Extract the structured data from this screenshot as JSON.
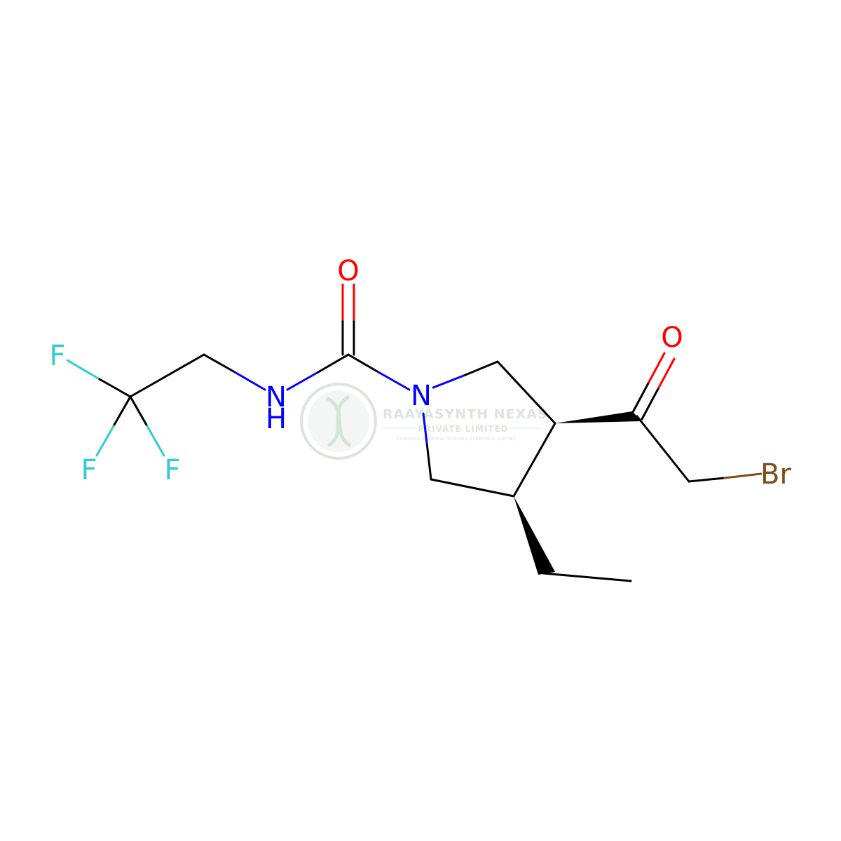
{
  "colors": {
    "bond": "#000000",
    "nitrogen": "#0000FF",
    "oxygen": "#FF0000",
    "fluorine": "#33CCCC",
    "bromine": "#7F4C19",
    "watermark": "#D8E2DA"
  },
  "atoms": {
    "o_urea": "O",
    "o_ketone": "O",
    "n_amide": "N",
    "n_amide_h": "H",
    "n_ring": "N",
    "f_top": "F",
    "f_left": "F",
    "f_right": "F",
    "br": "Br"
  },
  "watermark": {
    "title": "RAAYASYNTH NEXAS",
    "subtitle": "PRIVATE LIMITED",
    "tagline": "Complete solutions for every molecule's journey"
  }
}
